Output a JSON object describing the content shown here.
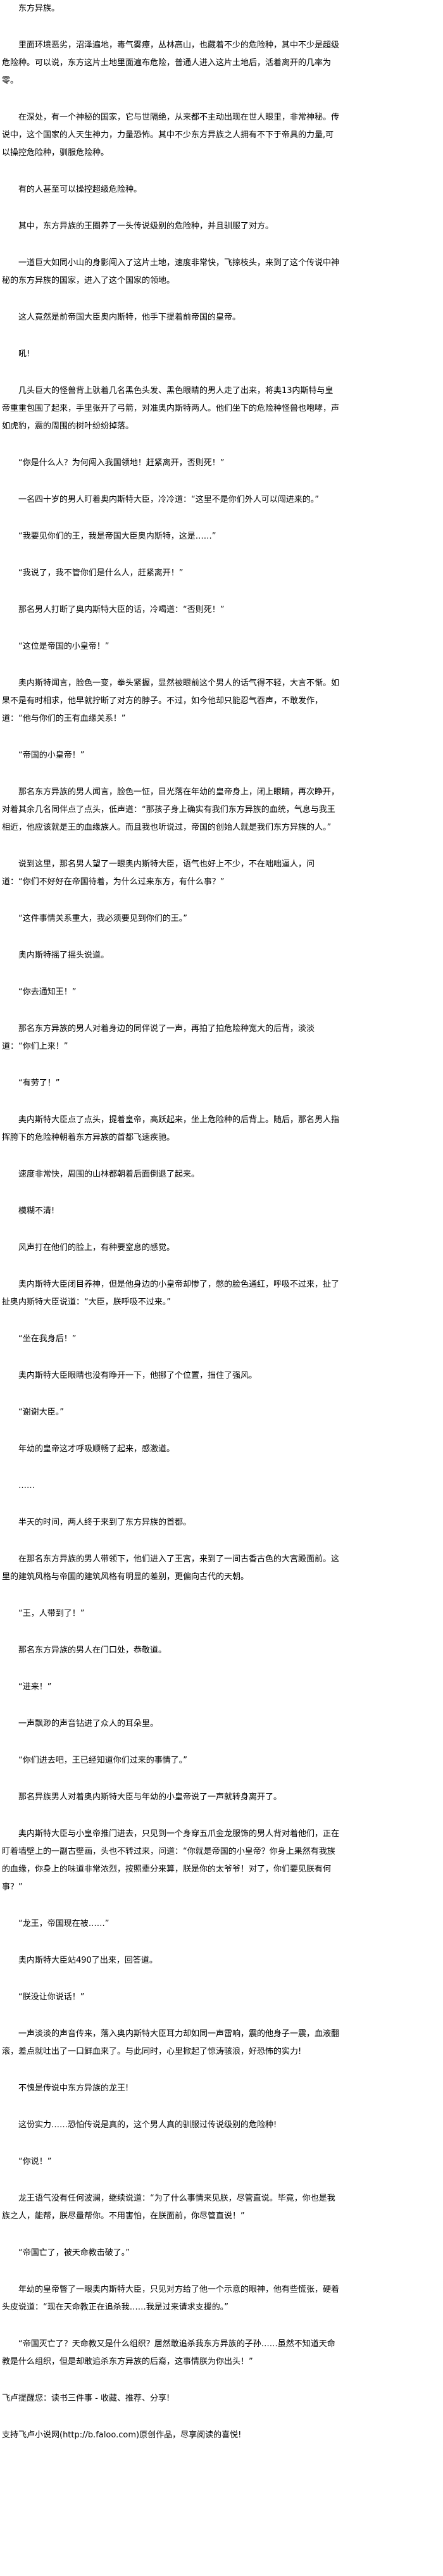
{
  "paragraphs": [
    "东方异族。",
    "里面环境恶劣，沼泽遍地，毒气雾瘴，丛林高山，也藏着不少的危险种，其中不少是超级危险种。可以说，东方这片土地里面遍布危险，普通人进入这片土地后，活着离开的几率为零。",
    "在深处，有一个神秘的国家，它与世隔绝，从来都不主动出现在世人眼里，非常神秘。传说中，这个国家的人天生神力，力量恐怖。其中不少东方异族之人拥有不下于帝具的力量,可以操控危险种，驯服危险种。",
    "有的人甚至可以操控超级危险种。",
    "其中，东方异族的王圈养了一头传说级别的危险种，并且驯服了对方。",
    "一道巨大如同小山的身影闯入了这片土地，速度非常快，飞掠枝头，来到了这个传说中神秘的东方异族的国家，进入了这个国家的领地。",
    "这人竟然是前帝国大臣奥内斯特，他手下提着前帝国的皇帝。",
    "吼!",
    "几头巨大的怪兽背上驮着几名黑色头发、黑色眼睛的男人走了出来，将奥13内斯特与皇帝重重包围了起来，手里张开了弓箭，对准奥内斯特两人。他们坐下的危险种怪兽也咆哮，声如虎豹，震的周围的树叶纷纷掉落。",
    "“你是什么人？为何闯入我国领地！赶紧离开，否则死！”",
    "一名四十岁的男人盯着奥内斯特大臣，冷冷道：“这里不是你们外人可以闯进来的。”",
    "“我要见你们的王，我是帝国大臣奥内斯特，这是……”",
    "“我说了，我不管你们是什么人，赶紧离开！”",
    "那名男人打断了奥内斯特大臣的话，冷喝道：“否则死！”",
    "“这位是帝国的小皇帝！”",
    "奥内斯特闻言，脸色一变，拳头紧握，显然被眼前这个男人的话气得不轻，大言不惭。如果不是有时相求，他早就拧断了对方的脖子。不过，如今他却只能忍气吞声，不敢发作，道：“他与你们的王有血缘关系！”",
    "“帝国的小皇帝！”",
    "那名东方异族的男人闻言，脸色一怔，目光落在年幼的皇帝身上，闭上眼睛，再次睁开，对着其余几名同伴点了点头，低声道：“那孩子身上确实有我们东方异族的血统，气息与我王相近，他应该就是王的血缘族人。而且我也听说过，帝国的创始人就是我们东方异族的人。”",
    "说到这里，那名男人望了一眼奥内斯特大臣，语气也好上不少，不在咄咄逼人，问道：“你们不好好在帝国待着，为什么过来东方，有什么事？”",
    "“这件事情关系重大，我必须要见到你们的王。”",
    "奥内斯特摇了摇头说道。",
    "“你去通知王！”",
    "那名东方异族的男人对着身边的同伴说了一声，再拍了拍危险种宽大的后背，淡淡道：“你们上来！”",
    "“有劳了！”",
    "奥内斯特大臣点了点头，提着皇帝，高跃起来，坐上危险种的后背上。随后，那名男人指挥胯下的危险种朝着东方异族的首都飞速疾驰。",
    "速度非常快，周围的山林都朝着后面倒退了起来。",
    "模糊不清!",
    "风声打在他们的脸上，有种要窒息的感觉。",
    "奥内斯特大臣闭目养神，但是他身边的小皇帝却惨了，憋的脸色通红，呼吸不过来，扯了扯奥内斯特大臣说道：“大臣，朕呼吸不过来。”",
    "“坐在我身后！”",
    "奥内斯特大臣眼睛也没有睁开一下，他挪了个位置，挡住了强风。",
    "“谢谢大臣。”",
    "年幼的皇帝这才呼吸顺畅了起来，感激道。",
    "……",
    "半天的时间，两人终于来到了东方异族的首都。",
    "在那名东方异族的男人带领下，他们进入了王宫，来到了一间古香古色的大宫殿面前。这里的建筑风格与帝国的建筑风格有明显的差别，更偏向古代的天朝。",
    "“王，人带到了！”",
    "那名东方异族的男人在门口处，恭敬道。",
    "“进来！”",
    "一声飘渺的声音钻进了众人的耳朵里。",
    "“你们进去吧，王已经知道你们过来的事情了。”",
    "那名异族男人对着奥内斯特大臣与年幼的小皇帝说了一声就转身离开了。",
    "奥内斯特大臣与小皇帝推门进去，只见到一个身穿五爪金龙服饰的男人背对着他们，正在盯着墙壁上的一副古壁画，头也不转过来，问道：“你就是帝国的小皇帝？你身上果然有我族的血缘，你身上的味道非常浓烈，按照辈分来算，朕是你的太爷爷！对了，你们要见朕有何事？”",
    "“龙王，帝国现在被……”",
    "奥内斯特大臣站490了出来，回答道。",
    "“朕没让你说话！”",
    "一声淡淡的声音传来，落入奥内斯特大臣耳力却如同一声雷响，震的他身子一震，血液翻滚，差点就吐出了一口鲜血来了。与此同时，心里掀起了惊涛骇浪，好恐怖的实力!",
    "不愧是传说中东方异族的龙王!",
    "这份实力……恐怕传说是真的，这个男人真的驯服过传说级别的危险种!",
    "“你说！”",
    "龙王语气没有任何波澜，继续说道：“为了什么事情来见朕，尽管直说。毕竟，你也是我族之人，能帮，朕尽量帮你。不用害怕，在朕面前，你尽管直说！”",
    "“帝国亡了，被天命教击破了。”",
    "年幼的皇帝瞥了一眼奥内斯特大臣，只见对方给了他一个示意的眼神，他有些慌张，硬着头皮说道：“现在天命教正在追杀我……我是过来请求支援的。”",
    "“帝国灭亡了？天命教又是什么组织？居然敢追杀我东方异族的子孙……虽然不知道天命教是什么组织，但是却敢追杀东方异族的后裔，这事情朕为你出头！”"
  ],
  "footer": {
    "reminder": "飞卢提醒您：读书三件事 - 收藏、推荐、分享!",
    "support": "支持飞卢小说网(http://b.faloo.com)原创作品，尽享阅读的喜悦!"
  }
}
